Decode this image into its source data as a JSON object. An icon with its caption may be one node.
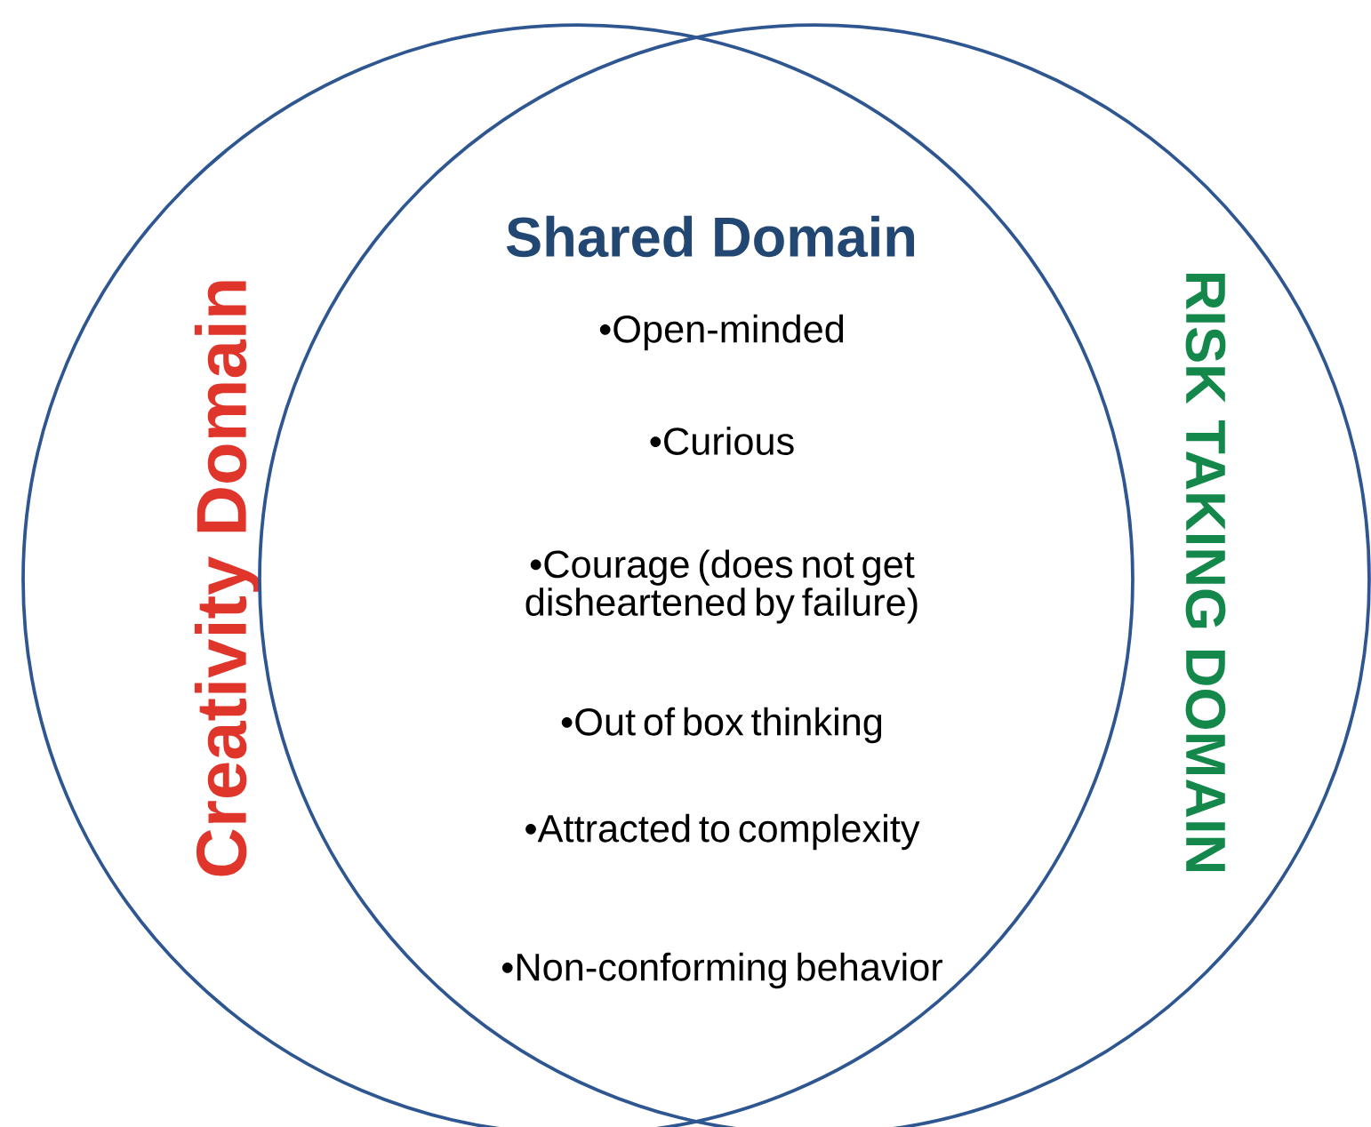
{
  "diagram": {
    "nodes": [
      {
        "text": [
          "Creativity Domain"
        ]
      },
      {
        "text": [
          "RISK TAKING DOMAIN"
        ]
      }
    ],
    "labels": [
      "Shared Domain",
      "•Open-minded",
      "•Curious",
      "•Courage (does not get disheartened by failure)",
      "•Out of box thinking",
      "•Attracted to complexity",
      "•Non-conforming behavior"
    ]
  }
}
